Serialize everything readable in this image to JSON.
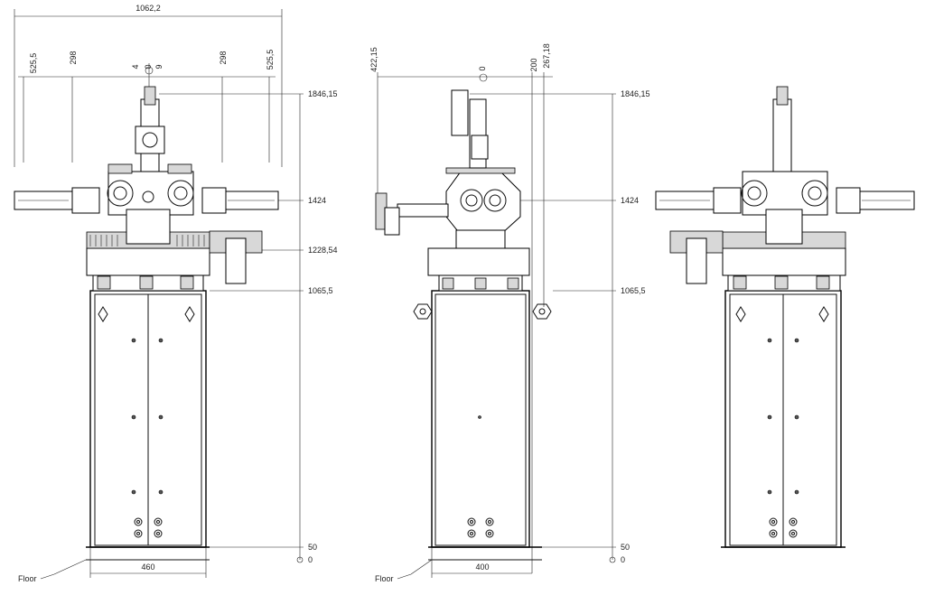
{
  "views": {
    "front": {
      "dim_overall_width": "1062,2",
      "dim_left_525": "525,5",
      "dim_left_298": "298",
      "dim_center_4": "4",
      "dim_center_0": "0",
      "dim_center_9": "9",
      "dim_right_298": "298",
      "dim_right_525": "525,5",
      "h_1846": "1846,15",
      "h_1424": "1424",
      "h_1228": "1228,54",
      "h_1065": "1065,5",
      "h_50": "50",
      "h_0": "0",
      "base_width": "460",
      "floor_label": "Floor"
    },
    "side": {
      "dim_422": "422,15",
      "dim_0": "0",
      "dim_200": "200",
      "dim_267": "267,18",
      "h_1846": "1846,15",
      "h_1424": "1424",
      "h_1065": "1065,5",
      "h_50": "50",
      "h_0": "0",
      "base_width": "400",
      "floor_label": "Floor"
    }
  }
}
